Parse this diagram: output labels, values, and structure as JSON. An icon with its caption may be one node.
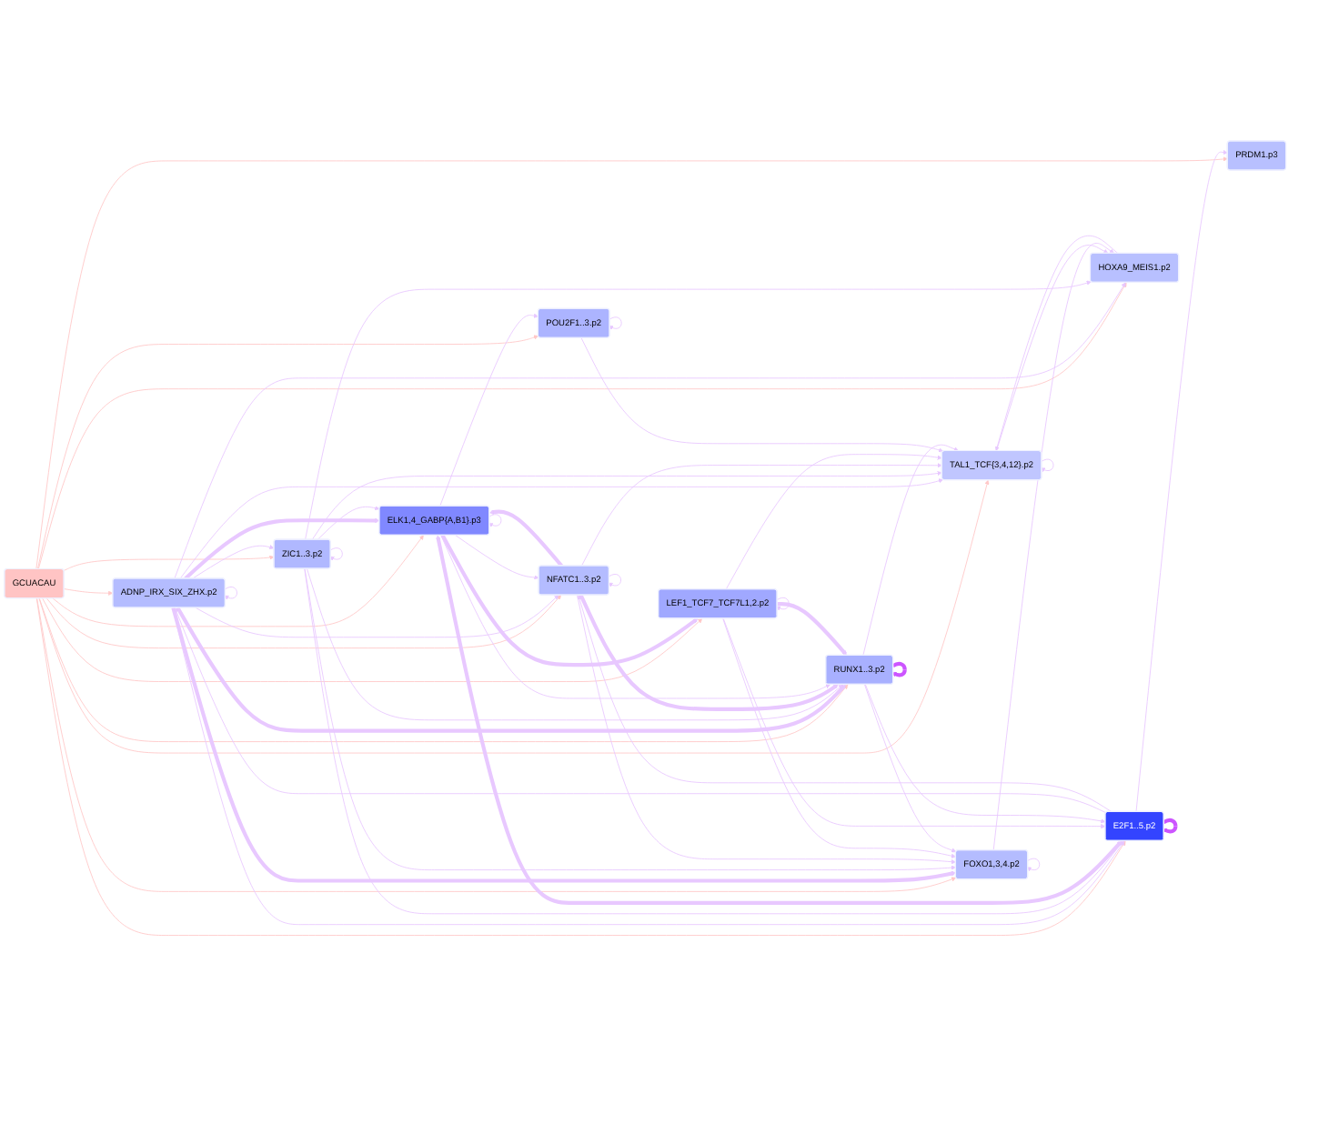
{
  "diagram": {
    "nodes": [
      {
        "text": [
          "ADNP_IRX_SIX_ZHX.p2"
        ]
      },
      {
        "text": [
          "ZIC1..3.p2"
        ]
      },
      {
        "text": [
          "NFATC1..3.p2"
        ]
      },
      {
        "text": [
          "ELK1,4_GABP{A,B1}.p3"
        ]
      },
      {
        "text": [
          "LEF1_TCF7_TCF7L1,2.p2"
        ]
      },
      {
        "text": [
          "E2F1..5.p2"
        ]
      },
      {
        "text": [
          "GCUACAU"
        ]
      },
      {
        "text": [
          "POU2F1..3.p2"
        ]
      },
      {
        "text": [
          "PRDM1.p3"
        ]
      },
      {
        "text": [
          "TAL1_TCF{3,4,12}.p2"
        ]
      },
      {
        "text": [
          "HOXA9_MEIS1.p2"
        ]
      },
      {
        "text": [
          "RUNX1..3.p2"
        ]
      },
      {
        "text": [
          "FOXO1,3,4.p2"
        ]
      }
    ],
    "edges": [
      {
        "from": 6,
        "to": 0,
        "arrow": "to",
        "color": "#ffc8c8"
      },
      {
        "from": 6,
        "to": 1,
        "arrow": "to",
        "color": "#ffc8c8"
      },
      {
        "from": 6,
        "to": 2,
        "arrow": "to",
        "color": "#ffc8c8"
      },
      {
        "from": 6,
        "to": 3,
        "arrow": "to",
        "color": "#ffc8c8"
      },
      {
        "from": 6,
        "to": 4,
        "arrow": "to",
        "color": "#ffc8c8"
      },
      {
        "from": 6,
        "to": 5,
        "arrow": "to",
        "color": "#ffc8c8"
      },
      {
        "from": 6,
        "to": 7,
        "arrow": "to",
        "color": "#ffc8c8"
      },
      {
        "from": 6,
        "to": 8,
        "arrow": "to",
        "color": "#ffc8c8"
      },
      {
        "from": 6,
        "to": 9,
        "arrow": "to",
        "color": "#ffc8c8"
      },
      {
        "from": 6,
        "to": 10,
        "arrow": "to",
        "color": "#ffc8c8"
      },
      {
        "from": 6,
        "to": 11,
        "arrow": "to",
        "color": "#ffc8c8"
      },
      {
        "from": 6,
        "to": 12,
        "arrow": "to",
        "color": "#ffc8c8"
      },
      {
        "from": 0,
        "to": 1,
        "arrow": "to"
      },
      {
        "from": 0,
        "to": 2,
        "arrow": "to"
      },
      {
        "from": 0,
        "to": 3,
        "arrow": "to",
        "style": "thick"
      },
      {
        "from": 0,
        "to": 5,
        "arrow": "to"
      },
      {
        "from": 0,
        "to": 9,
        "arrow": "to"
      },
      {
        "from": 0,
        "to": 11,
        "arrow": "to",
        "style": "thick"
      },
      {
        "from": 0,
        "to": 12,
        "arrow": "to",
        "style": "thick"
      },
      {
        "from": 0,
        "to": 10,
        "arrow": "to"
      },
      {
        "from": 1,
        "to": 3,
        "arrow": "to"
      },
      {
        "from": 1,
        "to": 5,
        "arrow": "to"
      },
      {
        "from": 1,
        "to": 11,
        "arrow": "to"
      },
      {
        "from": 1,
        "to": 12,
        "arrow": "to"
      },
      {
        "from": 1,
        "to": 10,
        "arrow": "to"
      },
      {
        "from": 1,
        "to": 9,
        "arrow": "to"
      },
      {
        "from": 2,
        "to": 3,
        "arrow": "to",
        "style": "thick"
      },
      {
        "from": 3,
        "to": 2,
        "arrow": "to"
      },
      {
        "from": 2,
        "to": 9,
        "arrow": "to"
      },
      {
        "from": 2,
        "to": 11,
        "arrow": "to",
        "style": "thick"
      },
      {
        "from": 2,
        "to": 12,
        "arrow": "to"
      },
      {
        "from": 3,
        "to": 5,
        "arrow": "both",
        "style": "thick"
      },
      {
        "from": 3,
        "to": 4,
        "arrow": "to",
        "style": "thick"
      },
      {
        "from": 3,
        "to": 7,
        "arrow": "to"
      },
      {
        "from": 3,
        "to": 11,
        "arrow": "to"
      },
      {
        "from": 4,
        "to": 5,
        "arrow": "to"
      },
      {
        "from": 4,
        "to": 9,
        "arrow": "to"
      },
      {
        "from": 4,
        "to": 11,
        "arrow": "to",
        "style": "thick"
      },
      {
        "from": 4,
        "to": 12,
        "arrow": "to"
      },
      {
        "from": 5,
        "to": 0,
        "arrow": "to"
      },
      {
        "from": 5,
        "to": 2,
        "arrow": "to"
      },
      {
        "from": 5,
        "to": 8,
        "arrow": "to"
      },
      {
        "from": 7,
        "to": 9,
        "arrow": "to"
      },
      {
        "from": 9,
        "to": 10,
        "arrow": "to"
      },
      {
        "from": 10,
        "to": 9,
        "arrow": "to"
      },
      {
        "from": 11,
        "to": 9,
        "arrow": "to"
      },
      {
        "from": 11,
        "to": 12,
        "arrow": "to"
      },
      {
        "from": 11,
        "to": 5,
        "arrow": "to"
      },
      {
        "from": 12,
        "to": 10,
        "arrow": "to"
      },
      {
        "from": 0,
        "to": 0,
        "arrow": "to"
      },
      {
        "from": 1,
        "to": 1,
        "arrow": "to"
      },
      {
        "from": 2,
        "to": 2,
        "arrow": "to"
      },
      {
        "from": 3,
        "to": 3,
        "arrow": "to"
      },
      {
        "from": 4,
        "to": 4,
        "arrow": "to"
      },
      {
        "from": 5,
        "to": 5,
        "arrow": "to",
        "style": "thick",
        "color": "#cc55ff"
      },
      {
        "from": 7,
        "to": 7,
        "arrow": "to"
      },
      {
        "from": 9,
        "to": 9,
        "arrow": "to"
      },
      {
        "from": 11,
        "to": 11,
        "arrow": "to",
        "style": "thick",
        "color": "#cc55ff"
      },
      {
        "from": 12,
        "to": 12,
        "arrow": "to"
      }
    ]
  }
}
